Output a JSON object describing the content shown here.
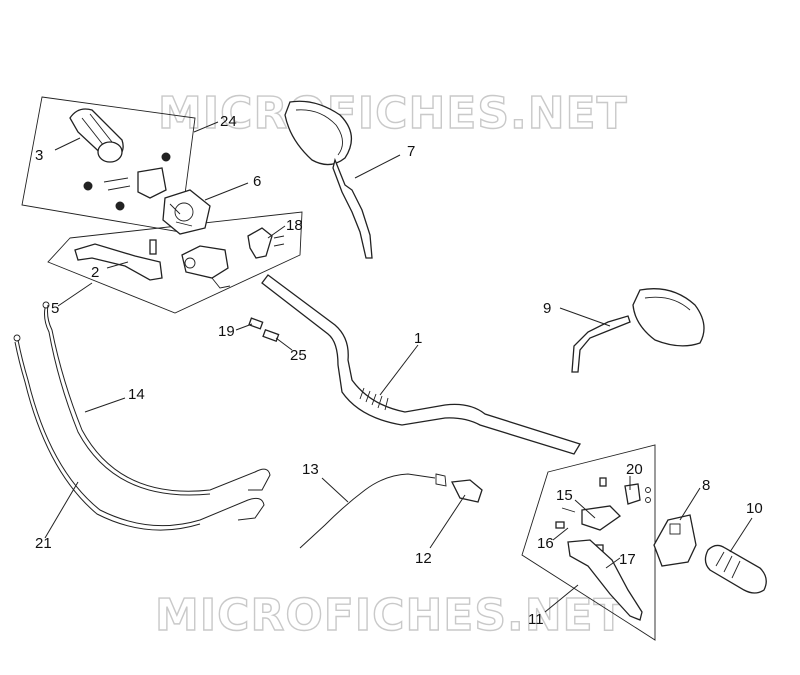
{
  "watermark": {
    "top": "MICROFICHES.NET",
    "bottom": "MICROFICHES.NET"
  },
  "callouts": {
    "c1": "1",
    "c2": "2",
    "c3": "3",
    "c5": "5",
    "c6": "6",
    "c7": "7",
    "c8": "8",
    "c9": "9",
    "c10": "10",
    "c11": "11",
    "c12": "12",
    "c13": "13",
    "c14": "14",
    "c15": "15",
    "c16": "16",
    "c17": "17",
    "c18": "18",
    "c19": "19",
    "c20": "20",
    "c21": "21",
    "c24": "24",
    "c25": "25"
  }
}
